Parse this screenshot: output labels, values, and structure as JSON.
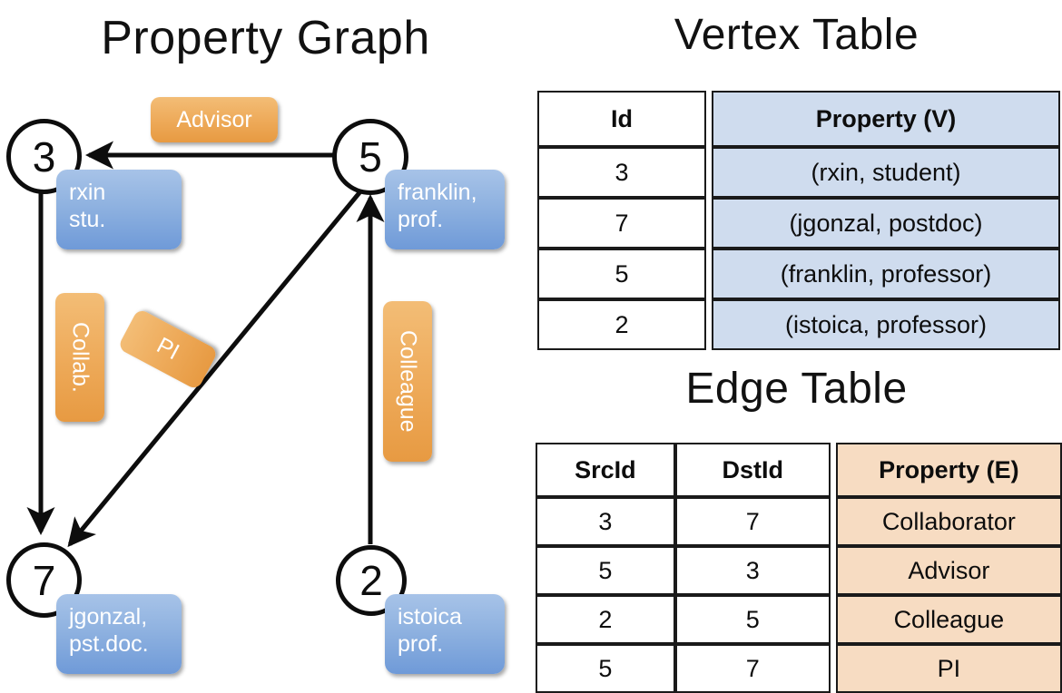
{
  "titles": {
    "property_graph": "Property Graph",
    "vertex_table": "Vertex Table",
    "edge_table": "Edge Table"
  },
  "graph": {
    "vertices": [
      {
        "id": "3",
        "property_label": "rxin\nstu."
      },
      {
        "id": "5",
        "property_label": "franklin,\nprof."
      },
      {
        "id": "7",
        "property_label": "jgonzal,\npst.doc."
      },
      {
        "id": "2",
        "property_label": "istoica\nprof."
      }
    ],
    "edge_labels": [
      {
        "text": "Advisor"
      },
      {
        "text": "Collab."
      },
      {
        "text": "PI"
      },
      {
        "text": "Colleague"
      }
    ]
  },
  "vertex_table": {
    "columns": [
      "Id",
      "Property (V)"
    ],
    "rows": [
      {
        "id": "3",
        "property": "(rxin, student)"
      },
      {
        "id": "7",
        "property": "(jgonzal, postdoc)"
      },
      {
        "id": "5",
        "property": "(franklin, professor)"
      },
      {
        "id": "2",
        "property": "(istoica, professor)"
      }
    ]
  },
  "edge_table": {
    "columns": [
      "SrcId",
      "DstId",
      "Property (E)"
    ],
    "rows": [
      {
        "src": "3",
        "dst": "7",
        "property": "Collaborator"
      },
      {
        "src": "5",
        "dst": "3",
        "property": "Advisor"
      },
      {
        "src": "2",
        "dst": "5",
        "property": "Colleague"
      },
      {
        "src": "5",
        "dst": "7",
        "property": "PI"
      }
    ]
  },
  "colors": {
    "vertex_property_fill": "#8fb2e0",
    "edge_property_fill": "#eeab5b",
    "vertex_table_fill": "#cfdcee",
    "edge_table_fill": "#f7dcc2",
    "stroke": "#0d0d0d"
  }
}
